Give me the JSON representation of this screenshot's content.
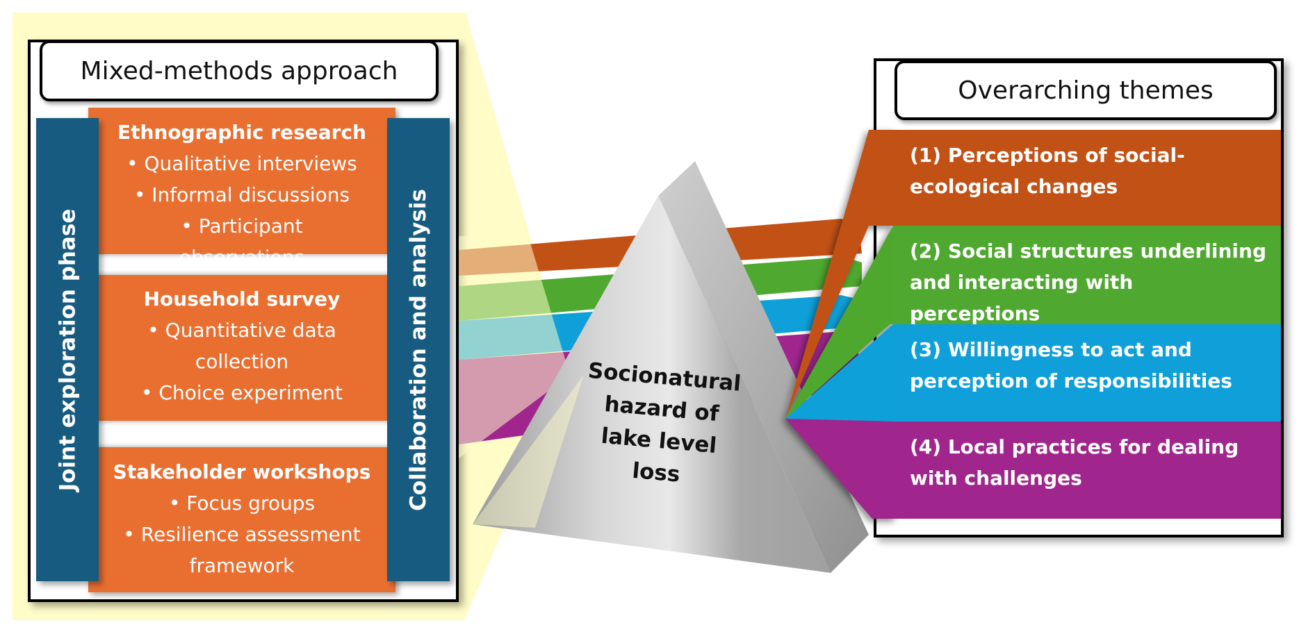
{
  "colors": {
    "beam": "#fffcc8",
    "teal": "#175c80",
    "orange_method": "#e96f31",
    "theme_1": "#c25116",
    "theme_2": "#4fa82f",
    "theme_3": "#0fa0d9",
    "theme_4": "#a0268e",
    "prism_gray": "#b4b4b4"
  },
  "left_panel": {
    "title": "Mixed-methods approach",
    "left_bar_label": "Joint exploration phase",
    "right_bar_label": "Collaboration and analysis",
    "methods": [
      {
        "heading": "Ethnographic research",
        "items": [
          "• Qualitative interviews",
          "• Informal discussions",
          "• Participant",
          "observations"
        ]
      },
      {
        "heading": "Household survey",
        "items": [
          "• Quantitative data",
          "collection",
          "• Choice experiment"
        ]
      },
      {
        "heading": "Stakeholder workshops",
        "items": [
          "• Focus groups",
          "• Resilience assessment",
          "framework"
        ]
      }
    ]
  },
  "prism": {
    "label_lines": [
      "Socionatural",
      "hazard of",
      "lake level",
      "loss"
    ]
  },
  "right_panel": {
    "title": "Overarching themes",
    "themes": [
      {
        "lines": [
          "(1) Perceptions of social-",
          "ecological changes"
        ]
      },
      {
        "lines": [
          "(2) Social structures underlining",
          "and interacting with perceptions"
        ]
      },
      {
        "lines": [
          "(3) Willingness to act and",
          "perception of responsibilities"
        ]
      },
      {
        "lines": [
          "(4) Local practices for dealing",
          "with challenges"
        ]
      }
    ]
  }
}
